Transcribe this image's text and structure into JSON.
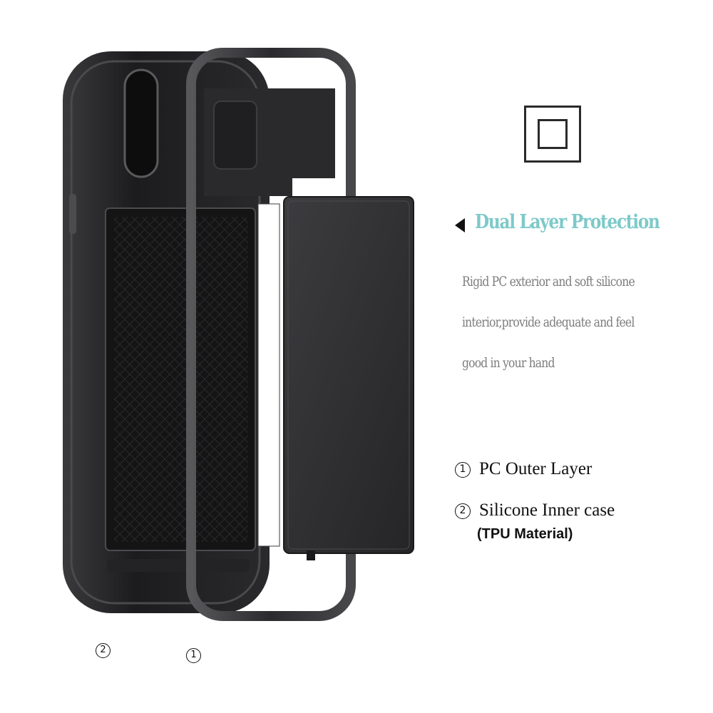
{
  "colors": {
    "heading": "#7ec9c9",
    "body_text": "#7d7d7d",
    "case_dark": "#1c1c1e",
    "case_mid": "#3a3a3c"
  },
  "icons": {
    "layers": "double-square-icon",
    "pointer": "triangle-left-icon"
  },
  "heading": "Dual Layer Protection",
  "description": [
    "Rigid PC exterior and soft silicone",
    "interior,provide adequate and feel",
    "good in your hand"
  ],
  "features": [
    {
      "number": "1",
      "label": "PC Outer Layer"
    },
    {
      "number": "2",
      "label": "Silicone Inner case",
      "sub": "(TPU Material)"
    }
  ],
  "image_markers": [
    {
      "number": "2"
    },
    {
      "number": "1"
    }
  ]
}
